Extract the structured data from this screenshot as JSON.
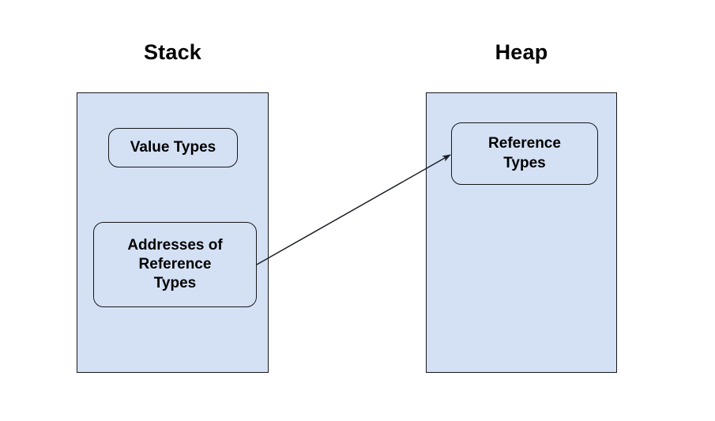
{
  "diagram": {
    "type": "memory-model-diagram",
    "background_color": "#ffffff",
    "sections": [
      {
        "id": "stack",
        "title": "Stack",
        "fill_color": "#d4e1f4",
        "stroke_color": "#16181c",
        "nodes": [
          {
            "id": "value-types",
            "label": "Value Types"
          },
          {
            "id": "addresses",
            "label": "Addresses of\nReference\nTypes"
          }
        ]
      },
      {
        "id": "heap",
        "title": "Heap",
        "fill_color": "#d4e1f4",
        "stroke_color": "#16181c",
        "nodes": [
          {
            "id": "reference-types",
            "label": "Reference\nTypes"
          }
        ]
      }
    ],
    "connector": {
      "id": "addresses-to-reference-types",
      "from": "addresses",
      "to": "reference-types",
      "style": "solid-arrow",
      "color": "#1b1f26"
    }
  }
}
